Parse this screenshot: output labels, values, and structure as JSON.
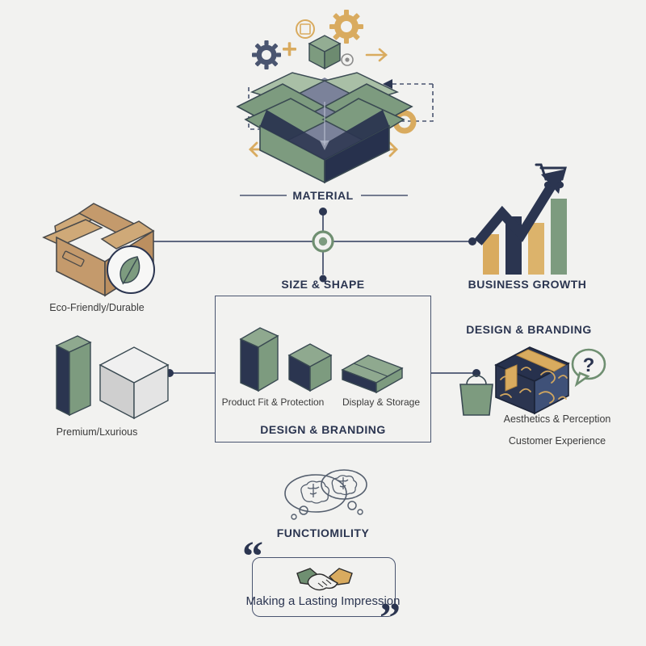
{
  "theme": {
    "background": "#f2f2f0",
    "navy": "#2b3550",
    "navy_deep": "#27314d",
    "sage": "#7d9b7f",
    "sage_light": "#93ad93",
    "sage_pale": "#a9bfa6",
    "gold": "#d9ab5f",
    "gold_light": "#e0bb7c",
    "kraft": "#c49a6c",
    "kraft_light": "#cfa978",
    "slate": "#4a5570",
    "line": "#4a5570",
    "silver": "#d8d8d8",
    "blue_face": "#3f5178"
  },
  "nodes": {
    "material": {
      "label": "MATERIAL",
      "icon": "open-box-icon"
    },
    "size_shape": {
      "label": "SIZE & SHAPE"
    },
    "design_branding_center": {
      "label": "DESIGN & BRANDING"
    },
    "design_branding_right": {
      "label": "DESIGN & BRANDING"
    },
    "business_growth": {
      "label": "BUSINESS GROWTH",
      "icon": "growth-chart-icon"
    },
    "functionality": {
      "label": "FUNCTIOMILITY",
      "icon": "thought-brains-icon"
    }
  },
  "left_column": {
    "eco": {
      "caption": "Eco-Friendly/Durable",
      "icon": "kraft-box-icon",
      "badge_icon": "leaf-icon"
    },
    "premium": {
      "caption": "Premium/Lxurious",
      "icon": "premium-boxes-icon"
    }
  },
  "center_panel": {
    "title": "SIZE & SHAPE",
    "footer": "DESIGN & BRANDING",
    "items": [
      {
        "label": "Product Fit & Protection",
        "icon": "tall-box-icon"
      },
      {
        "label": "Display & Storage",
        "icon": "flat-box-icon"
      }
    ]
  },
  "right_column": {
    "title": "DESIGN & BRANDING",
    "captions": [
      "Aesthetics & Perception",
      "Customer Experience"
    ],
    "icons": [
      "shopping-bag-icon",
      "gift-box-icon",
      "question-bubble-icon"
    ],
    "bubble_glyph": "?"
  },
  "footer_quote": {
    "text": "Making a Lasting Impression",
    "icon": "handshake-icon",
    "open_quote": "“",
    "close_quote": "”"
  },
  "decor": {
    "plus": "+",
    "icons": [
      "gear-icon",
      "gear-icon",
      "small-box-icon",
      "badge-icon",
      "small-gear-icon",
      "arrow-right-icon",
      "arrow-left-icon",
      "arrow-right-icon",
      "dashed-arrow-icon",
      "dashed-arrow-icon",
      "donut-icon"
    ]
  }
}
